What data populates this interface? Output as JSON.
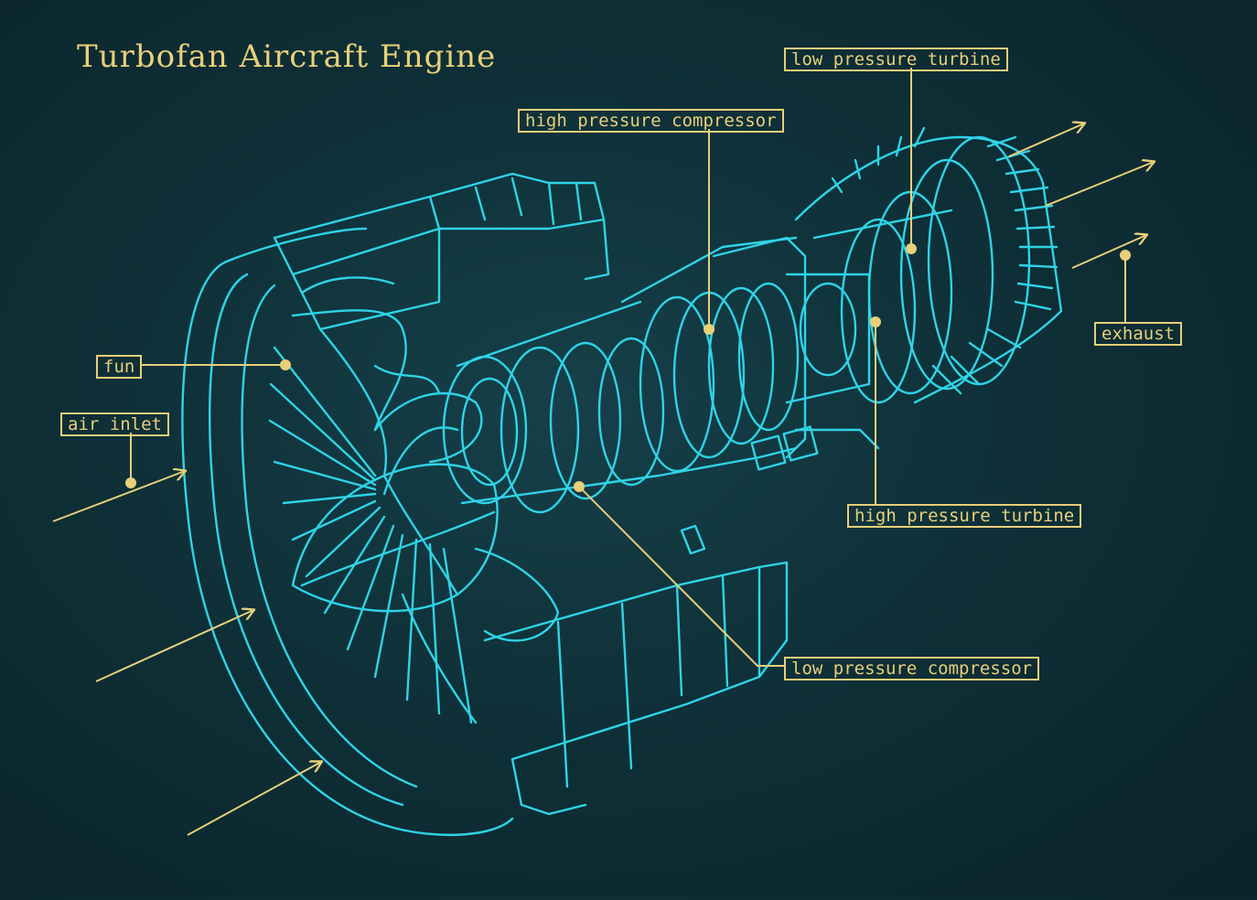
{
  "title": "Turbofan Aircraft Engine",
  "labels": {
    "fun": "fun",
    "air_inlet": "air inlet",
    "high_pressure_compressor": "high pressure compressor",
    "low_pressure_turbine": "low pressure turbine",
    "exhaust": "exhaust",
    "high_pressure_turbine": "high pressure turbine",
    "low_pressure_compressor": "low pressure compressor"
  },
  "colors": {
    "background": "#0f3038",
    "line": "#2fd3e6",
    "annotation": "#e8cf7a"
  }
}
